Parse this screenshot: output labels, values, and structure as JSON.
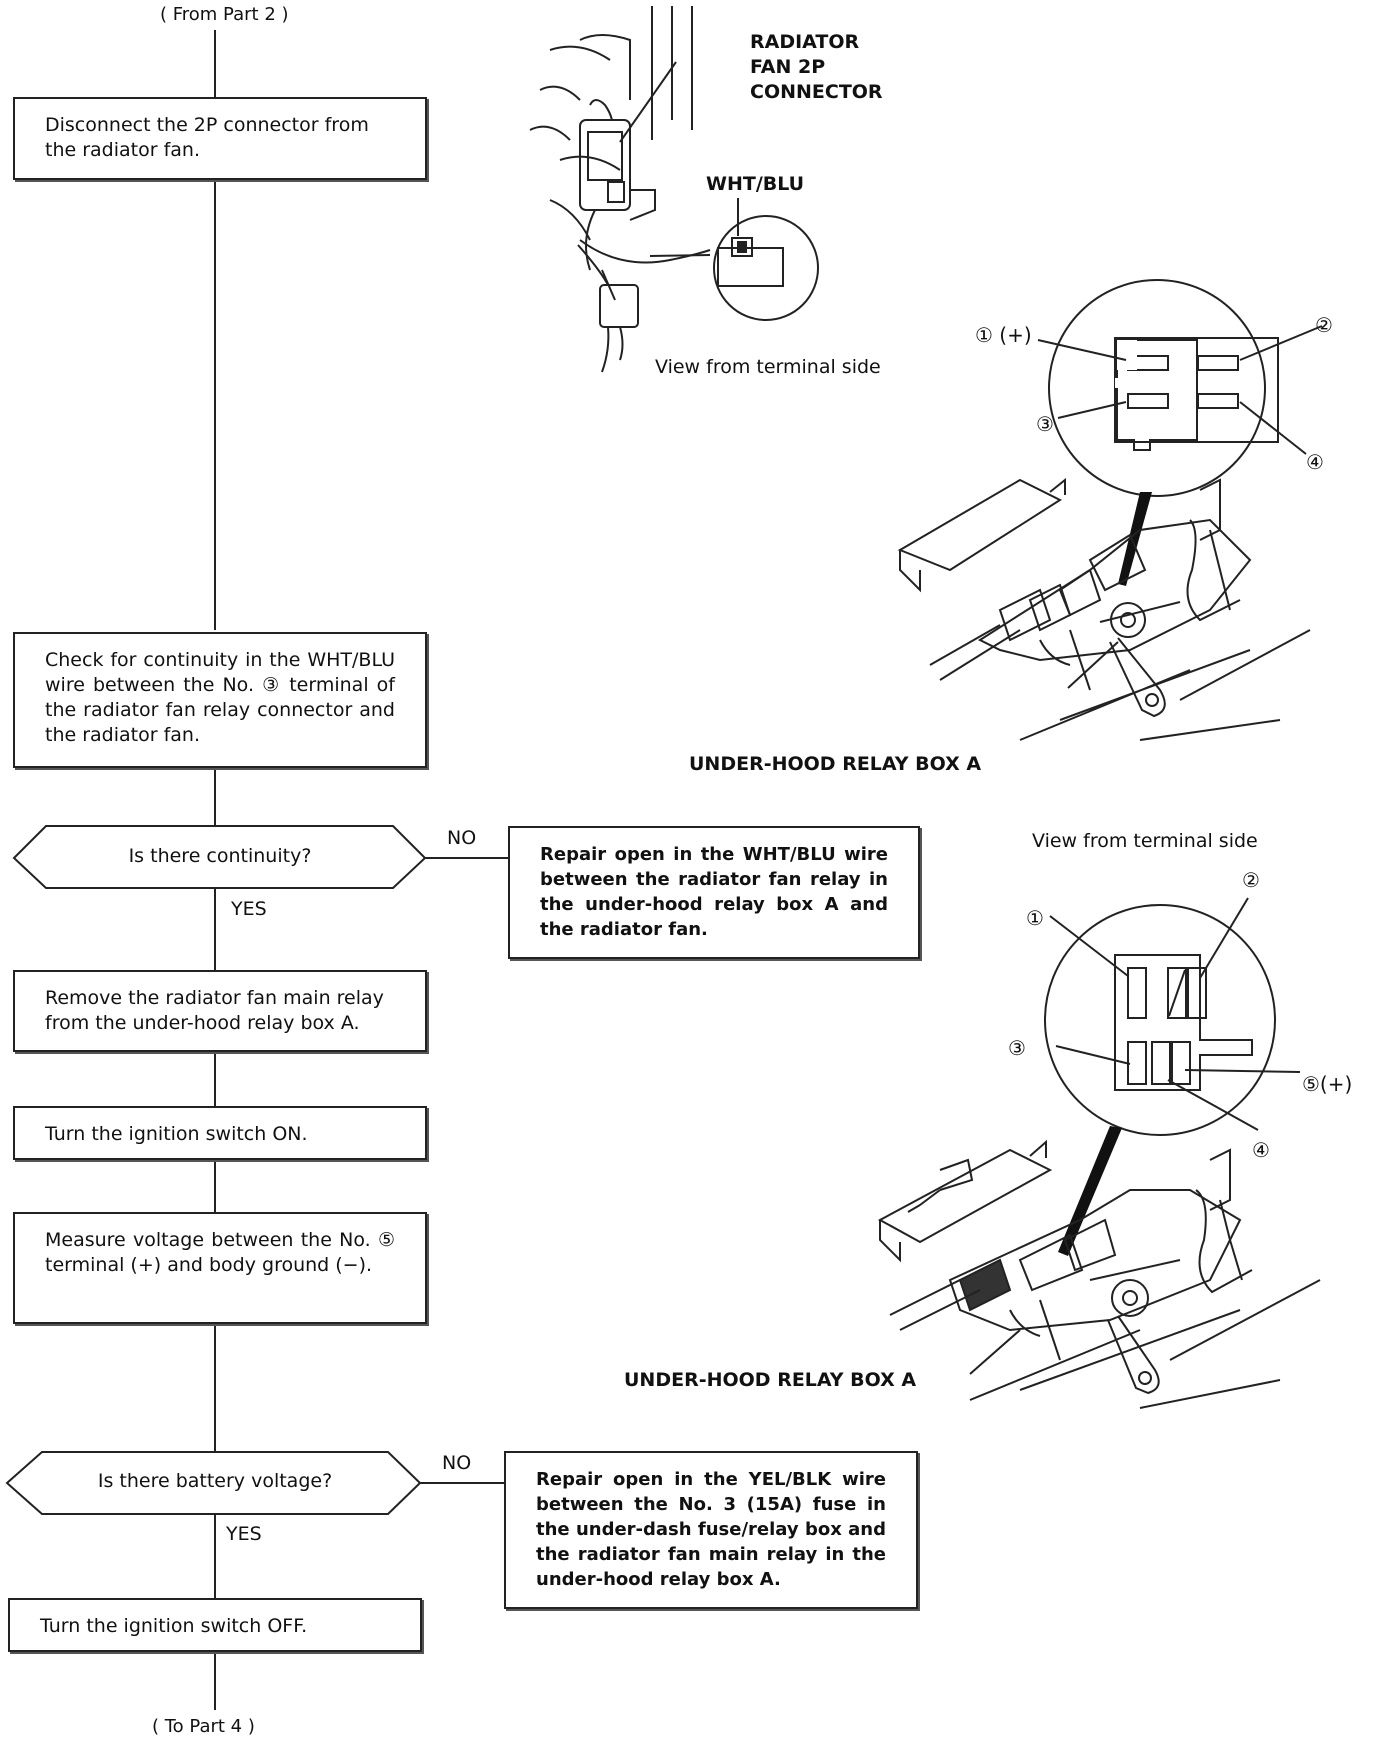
{
  "flow": {
    "from_part": "( From Part 2 )",
    "to_part": "( To Part 4 )",
    "step_disconnect": "Disconnect the 2P connector from\nthe radiator fan.",
    "step_check_continuity": "Check for continuity in the WHT/BLU wire between the No. ③ terminal of the radiator fan relay connector and the radiator fan.",
    "decision_continuity": "Is there continuity?",
    "continuity_no": "NO",
    "continuity_yes": "YES",
    "repair_wht_blu": "Repair open in the WHT/BLU wire between the radiator fan relay in the under-hood relay box A and the radiator fan.",
    "step_remove_relay": "Remove the radiator fan main relay\nfrom the under-hood relay box A.",
    "step_ignition_on": "Turn the ignition switch ON.",
    "step_measure_voltage": "Measure voltage between the No. ⑤ terminal (+) and body ground (−).",
    "decision_voltage": "Is there battery voltage?",
    "voltage_no": "NO",
    "voltage_yes": "YES",
    "repair_yel_blk": "Repair open in the YEL/BLK wire between the No. 3 (15A) fuse in the under-dash fuse/relay box and the radiator fan main relay in the under-hood relay box A.",
    "step_ignition_off": "Turn the ignition switch OFF."
  },
  "figure_top": {
    "connector_label": "RADIATOR\nFAN 2P\nCONNECTOR",
    "wire_label": "WHT/BLU",
    "view_label": "View from terminal side"
  },
  "figure_relay1": {
    "terminal_1": "① (+)",
    "terminal_2": "②",
    "terminal_3": "③",
    "terminal_4": "④",
    "box_label": "UNDER-HOOD RELAY BOX A"
  },
  "figure_relay2": {
    "view_label": "View from terminal side",
    "terminal_1": "①",
    "terminal_2": "②",
    "terminal_3": "③",
    "terminal_4": "④",
    "terminal_5": "⑤(+)",
    "box_label": "UNDER-HOOD RELAY BOX A"
  },
  "colors": {
    "ink": "#111111",
    "background": "#ffffff"
  }
}
